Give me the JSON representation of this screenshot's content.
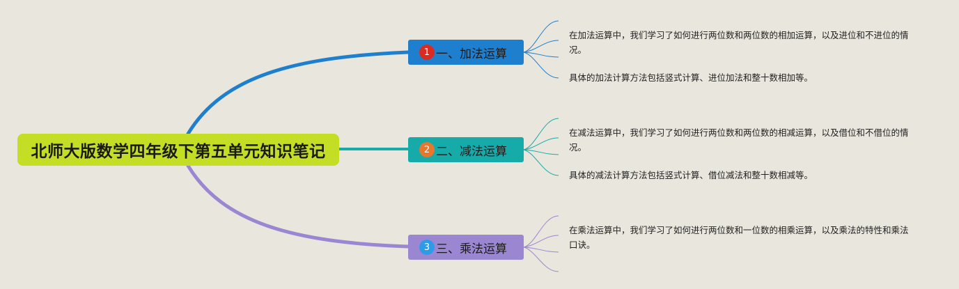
{
  "root": {
    "title": "北师大版数学四年级下第五单元知识笔记"
  },
  "colors": {
    "background": "#e9e6dd",
    "root": "#c3de24",
    "branch1": "#1f7fcf",
    "branch2": "#16aaa8",
    "branch3": "#9b86d2"
  },
  "branches": [
    {
      "badge": "1",
      "label": "一、加法运算",
      "notes": [
        "在加法运算中，我们学习了如何进行两位数和两位数的相加运算，以及进位和不进位的情况。",
        "具体的加法计算方法包括竖式计算、进位加法和整十数相加等。"
      ]
    },
    {
      "badge": "2",
      "label": "二、减法运算",
      "notes": [
        "在减法运算中，我们学习了如何进行两位数和两位数的相减运算，以及借位和不借位的情况。",
        "具体的减法计算方法包括竖式计算、借位减法和整十数相减等。"
      ]
    },
    {
      "badge": "3",
      "label": "三、乘法运算",
      "notes": [
        "在乘法运算中，我们学习了如何进行两位数和一位数的相乘运算，以及乘法的特性和乘法口诀。"
      ]
    }
  ]
}
